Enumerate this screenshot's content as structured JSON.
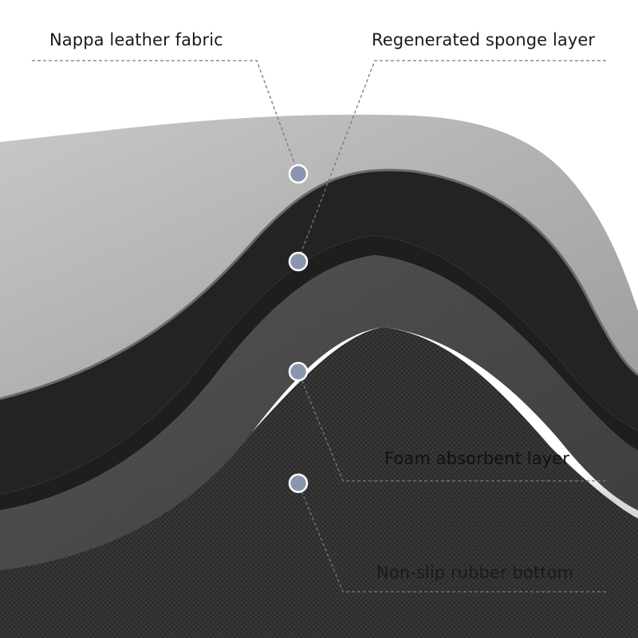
{
  "labels": {
    "nappa": "Nappa leather fabric",
    "sponge": "Regenerated sponge layer",
    "foam": "Foam absorbent layer",
    "rubber": "Non-slip rubber bottom"
  },
  "colors": {
    "leader_line": "#6f7a8f",
    "marker_dot": "#7d8aa3",
    "leather": "#b8b8b8",
    "sponge": "#2a2a2a",
    "foam": "#3a3a3a",
    "rubber": "#1c1c1c"
  }
}
